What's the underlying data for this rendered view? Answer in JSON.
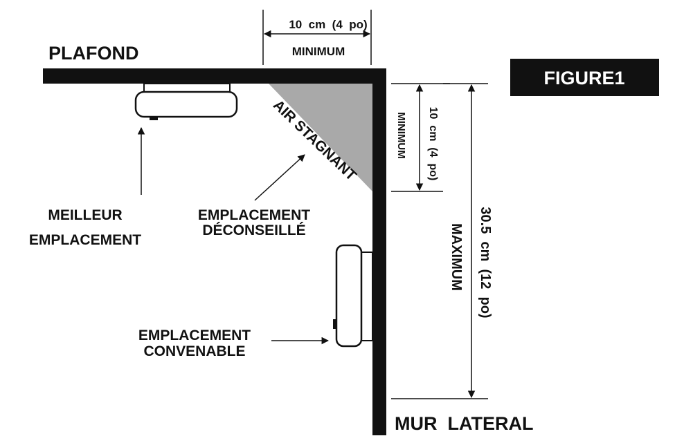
{
  "labels": {
    "ceiling": "PLAFOND",
    "side_wall": "MUR  LATERAL",
    "figure": "FIGURE1",
    "stagnant_air": "AIR STAGNANT",
    "best_location": [
      "MEILLEUR",
      "EMPLACEMENT"
    ],
    "not_recommended": [
      "EMPLACEMENT",
      "DÉCONSEILLÉ"
    ],
    "acceptable_location": [
      "EMPLACEMENT",
      "CONVENABLE"
    ]
  },
  "dimensions": {
    "ceiling_min": {
      "value": "10  cm  (4  po)",
      "qualifier": "MINIMUM"
    },
    "wall_min": {
      "value": "10  cm  (4  po)",
      "qualifier": "MINIMUM"
    },
    "wall_max": {
      "value": "30.5  cm  (12  po)",
      "qualifier": "MAXIMUM"
    }
  },
  "colors": {
    "ink": "#111111",
    "stagnant_fill": "#a9a9a9",
    "figure_bg": "#111111",
    "figure_text": "#ffffff"
  }
}
